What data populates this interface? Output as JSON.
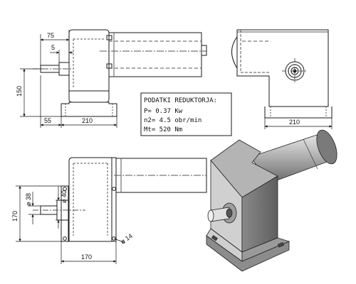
{
  "front_view": {
    "dim_75": "75",
    "dim_5": "5",
    "dim_150": "150",
    "dim_55": "55",
    "dim_210": "210"
  },
  "side_view": {
    "dim_210": "210"
  },
  "specs": {
    "title": "PODATKI REDUKTORJA:",
    "power": "P=   0.37 Kw",
    "speed": "n2=  4.5 obr/min",
    "torque": "Mt=  520 Nm"
  },
  "top_view": {
    "dim_38": "ø 38",
    "dim_40": "ø 40",
    "dim_170_v": "170",
    "dim_170_h": "170",
    "dim_14": "ø 14"
  },
  "colors": {
    "line": "#1a1a1a",
    "hidden": "#555555",
    "body_light": "#c9c9c9",
    "body_mid": "#a6a6a6",
    "body_dark": "#6f6f6f"
  }
}
